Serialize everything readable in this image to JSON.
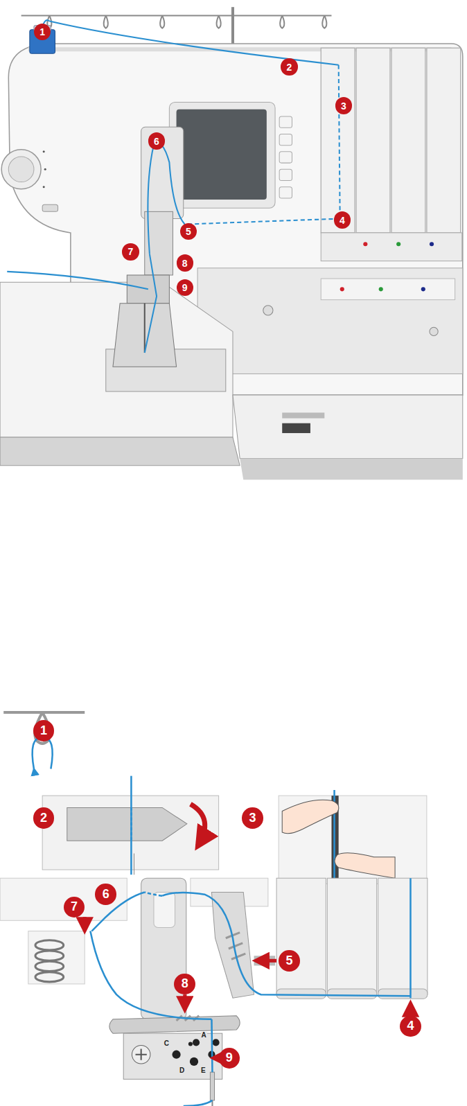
{
  "diagram": {
    "labels": [
      "1",
      "2",
      "3",
      "4",
      "5",
      "6",
      "7",
      "8",
      "9",
      "1",
      "2",
      "3",
      "6",
      "7",
      "5",
      "8",
      "9",
      "4",
      "A",
      "C",
      "D",
      "E"
    ]
  }
}
